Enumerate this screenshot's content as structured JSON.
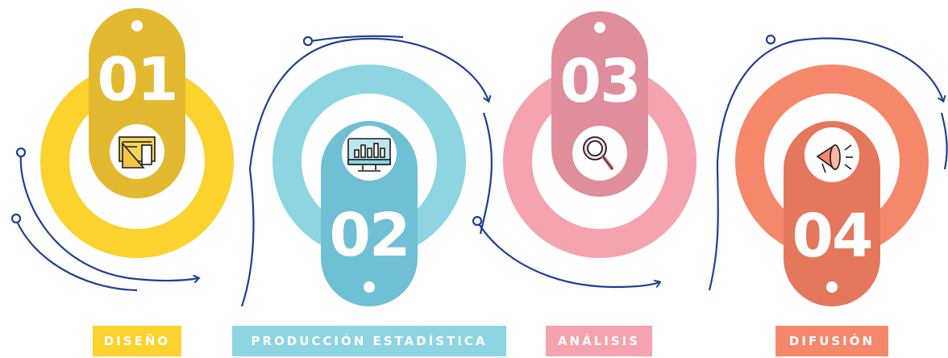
{
  "steps": [
    {
      "number": "01",
      "label": "DISEÑO",
      "icon": "ruler-triangle-icon",
      "ring_color": "#FBD22E",
      "pill_color": "#E3B932"
    },
    {
      "number": "02",
      "label": "PRODUCCIÓN ESTADÍSTICA",
      "icon": "monitor-bar-chart-icon",
      "ring_color": "#8CD5E1",
      "pill_color": "#6FC0D4"
    },
    {
      "number": "03",
      "label": "ANÁLISIS",
      "icon": "magnifier-icon",
      "ring_color": "#F5A3AF",
      "pill_color": "#E08D9C"
    },
    {
      "number": "04",
      "label": "DIFUSIÓN",
      "icon": "megaphone-icon",
      "ring_color": "#F5886A",
      "pill_color": "#E5775C"
    }
  ],
  "arrow_color": "#1E3F93"
}
